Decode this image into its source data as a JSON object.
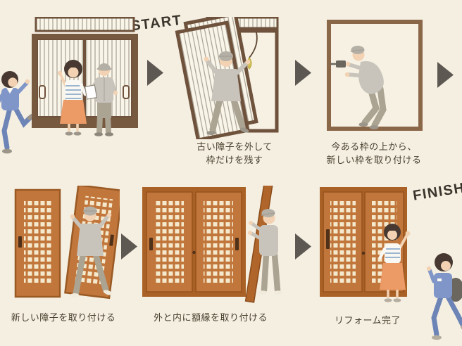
{
  "page": {
    "description_title": "Shoji door renovation process diagram"
  },
  "flow": {
    "start_label": "START",
    "finish_label": "FINISH"
  },
  "steps": [
    {
      "name": "consultation",
      "caption_lines": []
    },
    {
      "name": "remove-old-shoji",
      "caption_lines": [
        "古い障子を外して",
        "枠だけを残す"
      ]
    },
    {
      "name": "install-new-frame",
      "caption_lines": [
        "今ある枠の上から、",
        "新しい枠を取り付ける"
      ]
    },
    {
      "name": "install-new-shoji",
      "caption_lines": [
        "新しい障子を取り付ける"
      ]
    },
    {
      "name": "install-trim",
      "caption_lines": [
        "外と内に額縁を取り付ける"
      ]
    },
    {
      "name": "renovation-complete",
      "caption_lines": [
        "リフォーム完了"
      ]
    }
  ],
  "colors": {
    "background": "#f5efe2",
    "arrow": "#5d5851",
    "old_frame_brown": "#77593f",
    "shoji_paper": "#f9f5e9",
    "new_door_orange": "#c1763b",
    "lattice_cream": "#f5e9cd",
    "caption_text": "#49412f"
  }
}
